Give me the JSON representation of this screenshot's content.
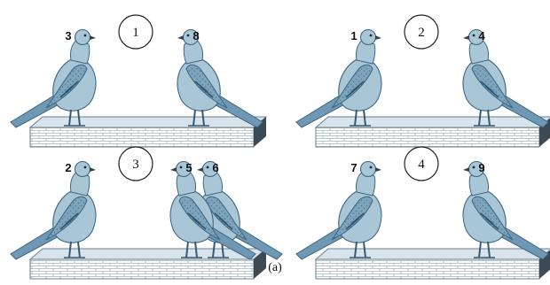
{
  "caption": "(a)",
  "panels": [
    {
      "hole": "1",
      "pigeons": [
        "3",
        "8"
      ]
    },
    {
      "hole": "2",
      "pigeons": [
        "1",
        "4"
      ]
    },
    {
      "hole": "3",
      "pigeons": [
        "2",
        "5",
        "6"
      ]
    },
    {
      "hole": "4",
      "pigeons": [
        "7",
        "9"
      ]
    }
  ],
  "colors": {
    "pigeon_body": "#a9c6d6",
    "pigeon_dark": "#6e98b3",
    "pigeon_outline": "#3f6680",
    "ledge_top": "#d7e4ec",
    "ledge_side": "#3b4a55",
    "brick_line": "#9fb3c0"
  }
}
